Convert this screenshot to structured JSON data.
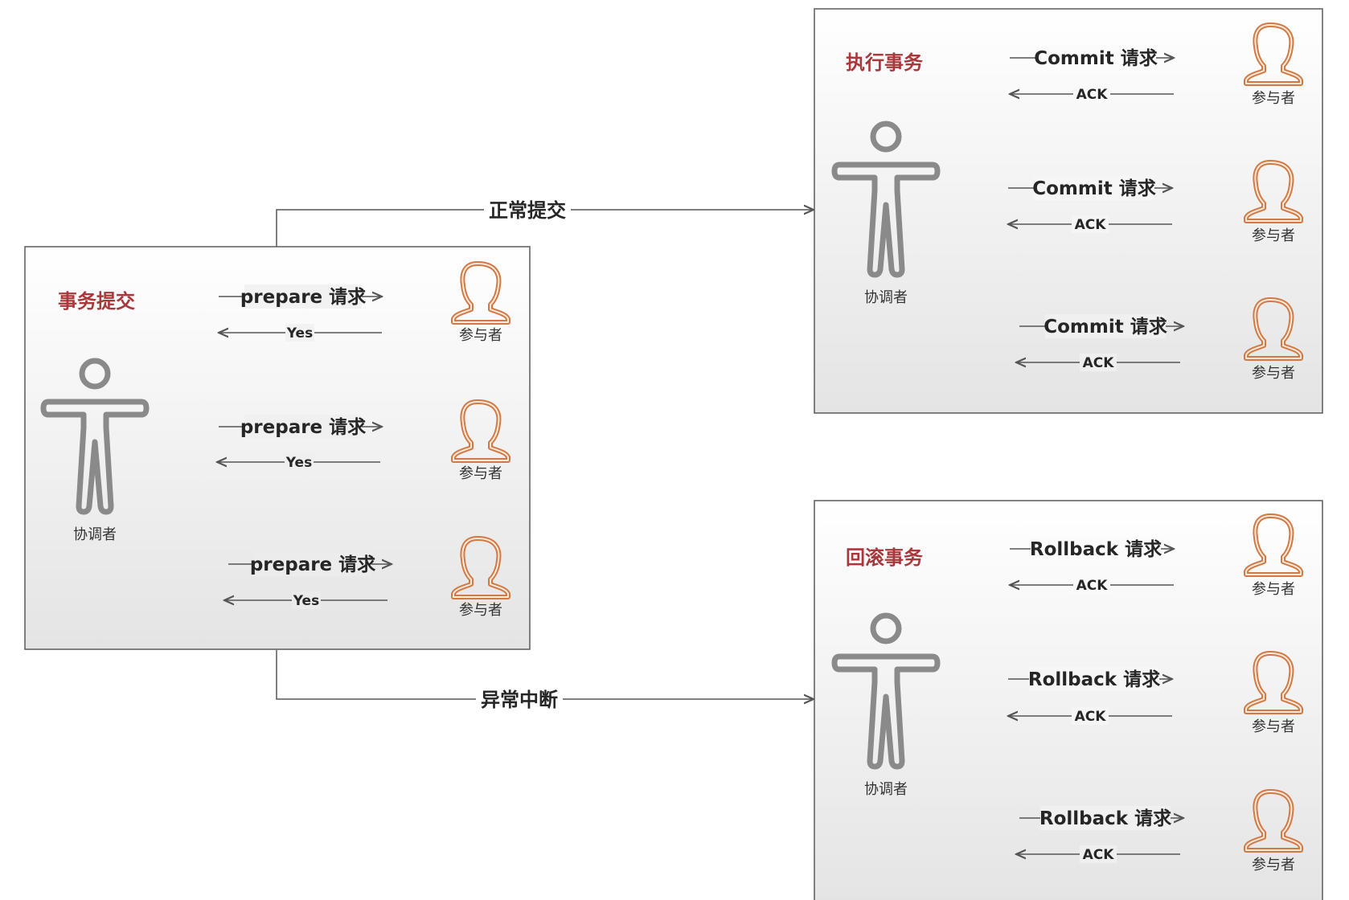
{
  "panels": [
    {
      "id": "commit-phase",
      "title": "事务提交",
      "coordinator_label": "协调者",
      "participants": [
        {
          "request": "prepare 请求",
          "response": "Yes",
          "label": "参与者"
        },
        {
          "request": "prepare 请求",
          "response": "Yes",
          "label": "参与者"
        },
        {
          "request": "prepare 请求",
          "response": "Yes",
          "label": "参与者"
        }
      ]
    },
    {
      "id": "execute-phase",
      "title": "执行事务",
      "coordinator_label": "协调者",
      "participants": [
        {
          "request": "Commit 请求",
          "response": "ACK",
          "label": "参与者"
        },
        {
          "request": "Commit 请求",
          "response": "ACK",
          "label": "参与者"
        },
        {
          "request": "Commit 请求",
          "response": "ACK",
          "label": "参与者"
        }
      ]
    },
    {
      "id": "rollback-phase",
      "title": "回滚事务",
      "coordinator_label": "协调者",
      "participants": [
        {
          "request": "Rollback 请求",
          "response": "ACK",
          "label": "参与者"
        },
        {
          "request": "Rollback 请求",
          "response": "ACK",
          "label": "参与者"
        },
        {
          "request": "Rollback 请求",
          "response": "ACK",
          "label": "参与者"
        }
      ]
    }
  ],
  "flows": {
    "normal": "正常提交",
    "abort": "异常中断"
  },
  "colors": {
    "title": "#a8383b",
    "participant": "#d27a45",
    "coordinator": "#8a8a8a",
    "arrow": "#555555"
  }
}
